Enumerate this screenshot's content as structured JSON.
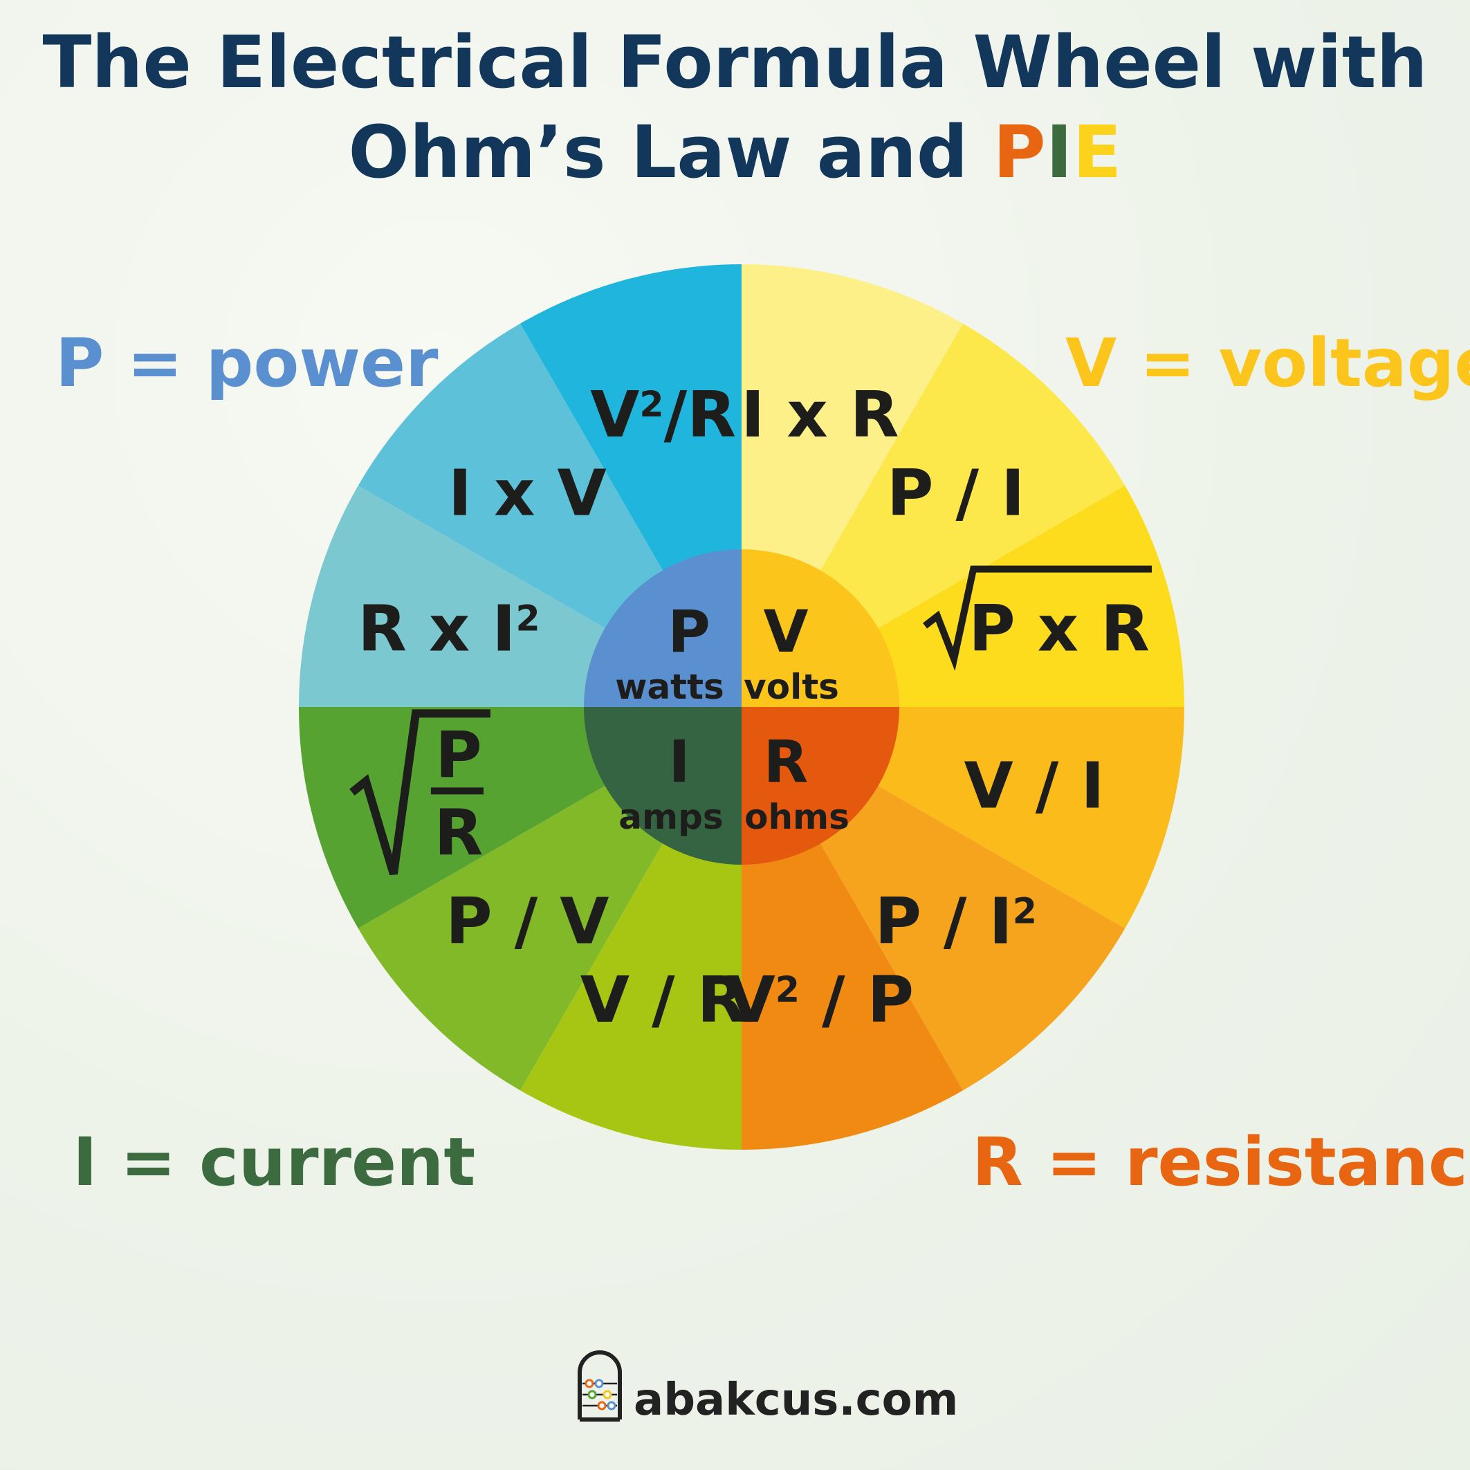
{
  "title": {
    "line1": "The Electrical Formula Wheel with",
    "line2_prefix": "Ohm’s Law and ",
    "pie_p": "P",
    "pie_i": "I",
    "pie_e": "E"
  },
  "colors": {
    "title": "#13375a",
    "pie_p": "#e86512",
    "pie_i": "#3b6b3e",
    "pie_e": "#fcd21a",
    "power": "#5a8fd0",
    "voltage": "#fcc51c",
    "current": "#3b6b3e",
    "resistance": "#e86512"
  },
  "legend": {
    "power": "P = power",
    "voltage": "V = voltage",
    "current": "I = current",
    "resistance": "R = resistance"
  },
  "wheel": {
    "inner": {
      "power": {
        "symbol": "P",
        "unit": "watts",
        "color": "#5a8fd0"
      },
      "voltage": {
        "symbol": "V",
        "unit": "volts",
        "color": "#fcc51c"
      },
      "current": {
        "symbol": "I",
        "unit": "amps",
        "color": "#356442"
      },
      "resistance": {
        "symbol": "R",
        "unit": "ohms",
        "color": "#e5590f"
      }
    },
    "segments": [
      {
        "label": "I x R",
        "color": "#fdf088"
      },
      {
        "label": "P / I",
        "color": "#fde84b"
      },
      {
        "label": "P x R",
        "color": "#fddc1e",
        "sqrt": true
      },
      {
        "label": "V / I",
        "color": "#fbbb1a"
      },
      {
        "label": "P / I",
        "sup": "2",
        "color": "#f6a41e"
      },
      {
        "label": "V",
        "sup": "2",
        "suffix": " / P",
        "color": "#f08a12"
      },
      {
        "label": "V / R",
        "color": "#a7c614"
      },
      {
        "label": "P / V",
        "color": "#82b928"
      },
      {
        "numerator": "P",
        "denominator": "R",
        "color": "#56a332",
        "sqrtfrac": true
      },
      {
        "label": "R x I",
        "sup": "2",
        "color": "#7bc8d1"
      },
      {
        "label": "I x V",
        "color": "#5dc1d9"
      },
      {
        "label": "V",
        "sup": "2",
        "suffix": "/R",
        "color": "#1fb5dc"
      }
    ]
  },
  "brand": {
    "text": "abakcus.com"
  }
}
